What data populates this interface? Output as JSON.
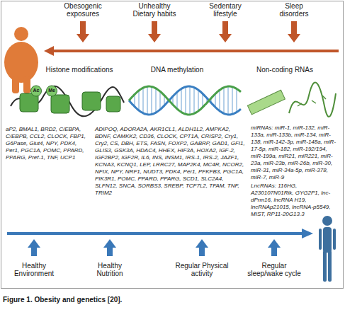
{
  "diagram": {
    "caption": "Figure 1. Obesity and genetics [20].",
    "labels": [
      "Obesogenic exposures",
      "Unhealthy Dietary habits",
      "Sedentary lifestyle",
      "Sleep disorders",
      "Histone modifications",
      "DNA methylation",
      "Non-coding RNAs",
      "Ac",
      "Me",
      "aP2, BMAL1, BRD2, C/EBPA, C/EBPB, CCL2, CLOCK, FBP1, G6Pase, Glut4, NPY, PDK4, Per1, PGC1A, POMC, PPARD, PPARG, Pref-1, TNF, UCP1",
      "ADIPOQ, ADORA2A, AKR1CL1, ALDH1L2, AMPKA2, BDNF, CAMKK2, CD36, CLOCK, CPT1A, CRISP2, Cry1, Cry2, CS, DBH, ETS, FASN, FOXP2, GABRP, GAD1, GFI1, GLIS3, GSK3A, HDAC4, HHEX, HIF3A, HOXA2, IGF-2, IGF2BP2, IGF2R, IL6, INS, INSM1, IRS-1, IRS-2, JAZF1, KCNA3, KCNQ1, LEP, LRRC27, MAP2K4, MC4R, NCOR2, NFIX, NPY, NRF1, NUDT3, PDK4, Per1, PFKFB3, PGC1A, PIK3R1, POMC, PPARD, PPARG, SCD1, SLC2A4, SLFN12, SNCA, SORBS3, SREBP, TCF7L2, TFAM, TNF, TRIM2",
      "miRNAs: miR-1, miR-132, miR-133a, miR-133b, miR-134, miR-138, miR-142-3p, miR-148a, miR-17-5p, miR-182, miR-192/194, miR-199a, miR21, miR221, miR-23a, miR-23b, miR-26b, miR-30, miR-31, miR-34a-5p, miR-378, miR-7, miR-9",
      "LncRNAs: 116HG, A230107N01Rik, GYG2P1, lnc-dPrm16, lncRNA H19, lncRNAp21015, lncRNA-p5549, MIST, RP11-20G13.3",
      "Healthy Environment",
      "Healthy Nutrition",
      "Regular Physical activity",
      "Regular sleep/wake cycle"
    ]
  }
}
